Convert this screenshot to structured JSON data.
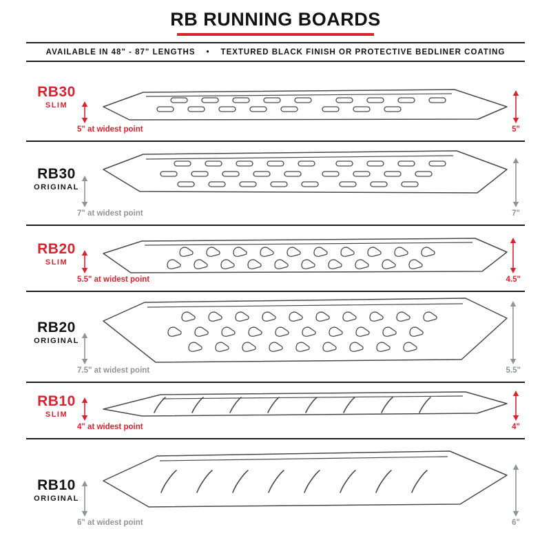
{
  "header": {
    "title": "RB RUNNING BOARDS",
    "subtitle_left": "AVAILABLE IN 48\" - 87\" LENGTHS",
    "bullet": "•",
    "subtitle_right": "TEXTURED BLACK FINISH OR PROTECTIVE BEDLINER COATING"
  },
  "colors": {
    "accent": "#d8222e",
    "muted": "#919396",
    "ink": "#1d1d1f",
    "drawing_stroke": "#48484a"
  },
  "boards": [
    {
      "model": "RB30",
      "variant": "SLIM",
      "finish": "slim",
      "hole_style": "oval-slot",
      "widest": "5\" at widest point",
      "height": "5\""
    },
    {
      "model": "RB30",
      "variant": "ORIGINAL",
      "finish": "original",
      "hole_style": "oval-slot",
      "widest": "7\" at widest point",
      "height": "7\""
    },
    {
      "model": "RB20",
      "variant": "SLIM",
      "finish": "slim",
      "hole_style": "teardrop",
      "widest": "5.5\" at widest point",
      "height": "4.5\""
    },
    {
      "model": "RB20",
      "variant": "ORIGINAL",
      "finish": "original",
      "hole_style": "teardrop",
      "widest": "7.5\" at widest point",
      "height": "5.5\""
    },
    {
      "model": "RB10",
      "variant": "SLIM",
      "finish": "slim",
      "hole_style": "slash",
      "widest": "4\" at widest point",
      "height": "4\""
    },
    {
      "model": "RB10",
      "variant": "ORIGINAL",
      "finish": "original",
      "hole_style": "slash",
      "widest": "6\" at widest point",
      "height": "6\""
    }
  ]
}
